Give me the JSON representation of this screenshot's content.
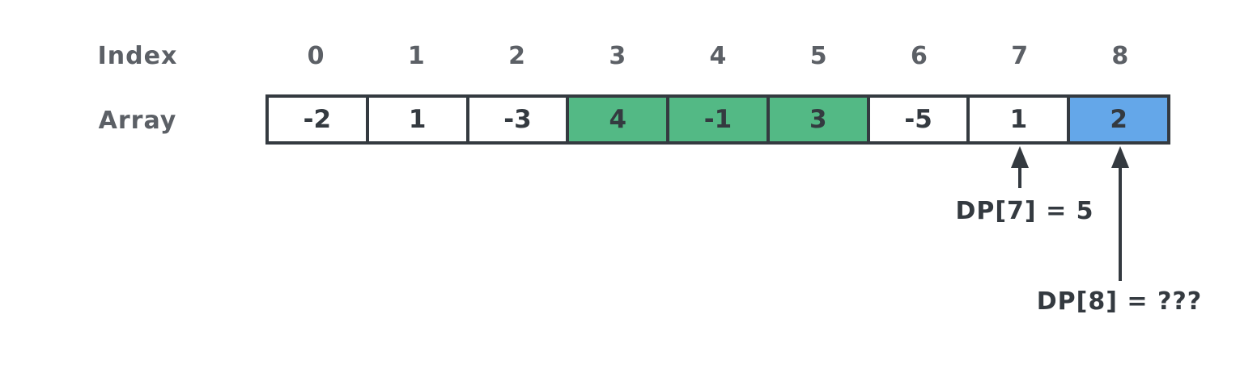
{
  "diagram": {
    "row_labels": {
      "index": "Index",
      "array": "Array"
    },
    "indices": [
      "0",
      "1",
      "2",
      "3",
      "4",
      "5",
      "6",
      "7",
      "8"
    ],
    "cells": [
      {
        "value": "-2",
        "highlight": "none"
      },
      {
        "value": "1",
        "highlight": "none"
      },
      {
        "value": "-3",
        "highlight": "none"
      },
      {
        "value": "4",
        "highlight": "green"
      },
      {
        "value": "-1",
        "highlight": "green"
      },
      {
        "value": "3",
        "highlight": "green"
      },
      {
        "value": "-5",
        "highlight": "none"
      },
      {
        "value": "1",
        "highlight": "none"
      },
      {
        "value": "2",
        "highlight": "blue"
      }
    ],
    "annotations": [
      {
        "text": "DP[7] = 5",
        "target_index": 7
      },
      {
        "text": "DP[8] = ???",
        "target_index": 8
      }
    ],
    "colors": {
      "highlight_green": "#53b985",
      "highlight_blue": "#64a7e9",
      "stroke_dark": "#343a40",
      "text_muted": "#5c6066",
      "background": "#ffffff"
    }
  }
}
